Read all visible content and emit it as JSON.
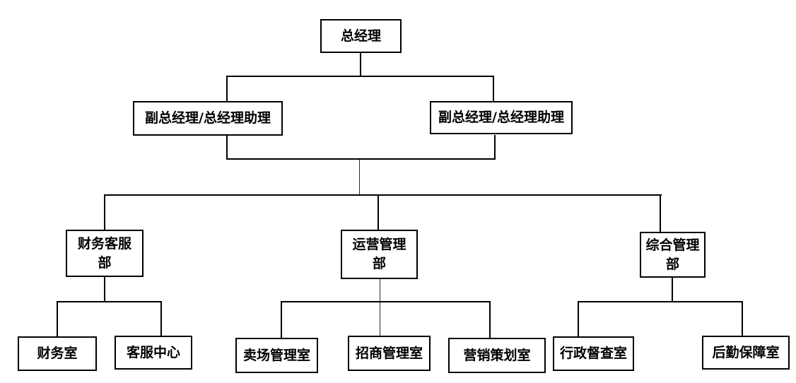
{
  "diagram": {
    "type": "org-chart",
    "background_color": "#ffffff",
    "line_color": "#000000",
    "box_border_color": "#000000",
    "text_color": "#000000"
  },
  "nodes": {
    "general_manager": {
      "label": "总经理"
    },
    "deputy_left": {
      "label": "副总经理/总经理助理"
    },
    "deputy_right": {
      "label": "副总经理/总经理助理"
    },
    "finance_cs_dept": {
      "label": "财务客服\n部"
    },
    "operations_dept": {
      "label": "运营管理\n部"
    },
    "general_affairs_dept": {
      "label": "综合管理\n部"
    },
    "finance_office": {
      "label": "财务室"
    },
    "cs_center": {
      "label": "客服中心"
    },
    "store_mgmt_office": {
      "label": "卖场管理室"
    },
    "merchant_mgmt_office": {
      "label": "招商管理室"
    },
    "marketing_office": {
      "label": "营销策划室"
    },
    "admin_supervision_office": {
      "label": "行政督查室"
    },
    "logistics_office": {
      "label": "后勤保障室"
    }
  },
  "hierarchy": [
    {
      "parent": "总经理",
      "children": [
        "副总经理/总经理助理",
        "副总经理/总经理助理"
      ]
    },
    {
      "parent": "副总经理/总经理助理",
      "children": [
        "财务客服部",
        "运营管理部",
        "综合管理部"
      ]
    },
    {
      "parent": "财务客服部",
      "children": [
        "财务室",
        "客服中心"
      ]
    },
    {
      "parent": "运营管理部",
      "children": [
        "卖场管理室",
        "招商管理室",
        "营销策划室"
      ]
    },
    {
      "parent": "综合管理部",
      "children": [
        "行政督查室",
        "后勤保障室"
      ]
    }
  ]
}
